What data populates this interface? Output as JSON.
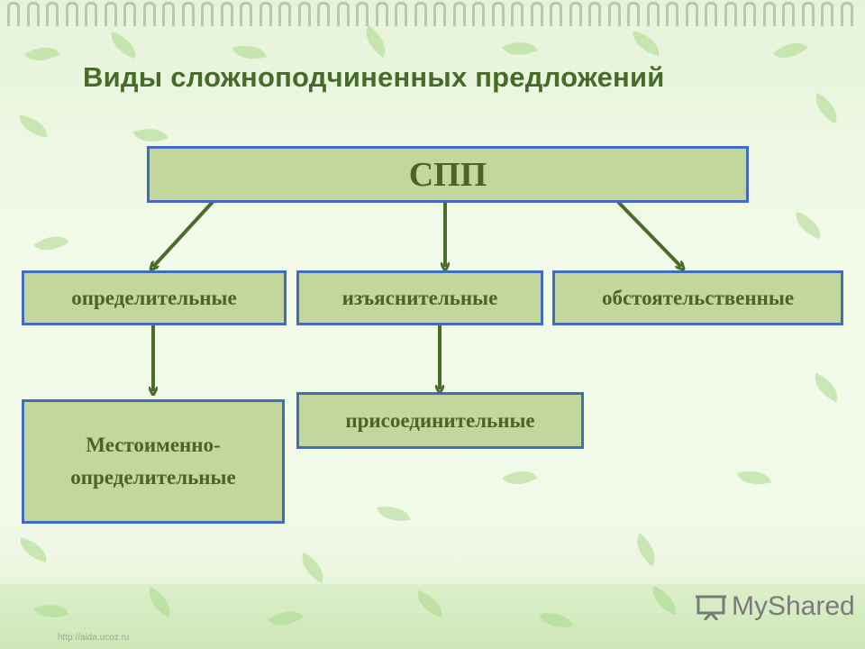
{
  "title": "Виды сложноподчиненных предложений",
  "diagram": {
    "root": "СПП",
    "level1": [
      "определительные",
      "изъяснительные",
      "обстоятельственные"
    ],
    "sub_left": "Местоименно-\nопределительные",
    "sub_middle": "присоединительные"
  },
  "footer": {
    "url": "http://aida.ucoz.ru",
    "logo_text": "MyShared"
  },
  "colors": {
    "box_fill": "#c3d69b",
    "box_border": "#3d6cc0",
    "arrow": "#4a6b2a",
    "title": "#476b2a"
  }
}
